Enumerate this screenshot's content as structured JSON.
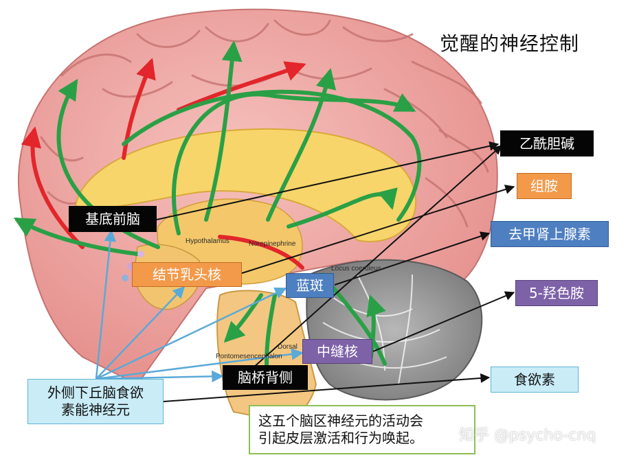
{
  "title": "觉醒的神经控制",
  "labels": {
    "basal_forebrain": "基底前脑",
    "tuberomammillary": "结节乳头核",
    "locus_coeruleus": "蓝斑",
    "raphe": "中缝核",
    "pontine_tegmentum": "脑桥背侧",
    "lateral_hypothalamus": "外侧下丘脑食欲\n素能神经元",
    "acetylcholine": "乙酰胆碱",
    "histamine": "组胺",
    "norepinephrine": "去甲肾上腺素",
    "serotonin": "5-羟色胺",
    "orexin": "食欲素"
  },
  "english_labels": {
    "hypothalamus": "Hypothalamus",
    "norepinephrine": "Norepinephrine",
    "locus_coeruleus": "Locus coeruleus",
    "dorsal": "Dorsal",
    "pontomesencephalon": "Pontomesencephalon"
  },
  "note": "这五个脑区神经元的活动会\n引起皮层激活和行为唤起。",
  "watermark": "知乎 @psycho-cnq",
  "colors": {
    "cortex": "#f0a7a4",
    "cortex_fold": "#cf7a78",
    "green_path": "#2aa046",
    "red_path": "#e2262b",
    "corpus_callosum": "#f7d56a",
    "cerebellum": "#8a8a8a",
    "brainstem": "#f3c781"
  }
}
